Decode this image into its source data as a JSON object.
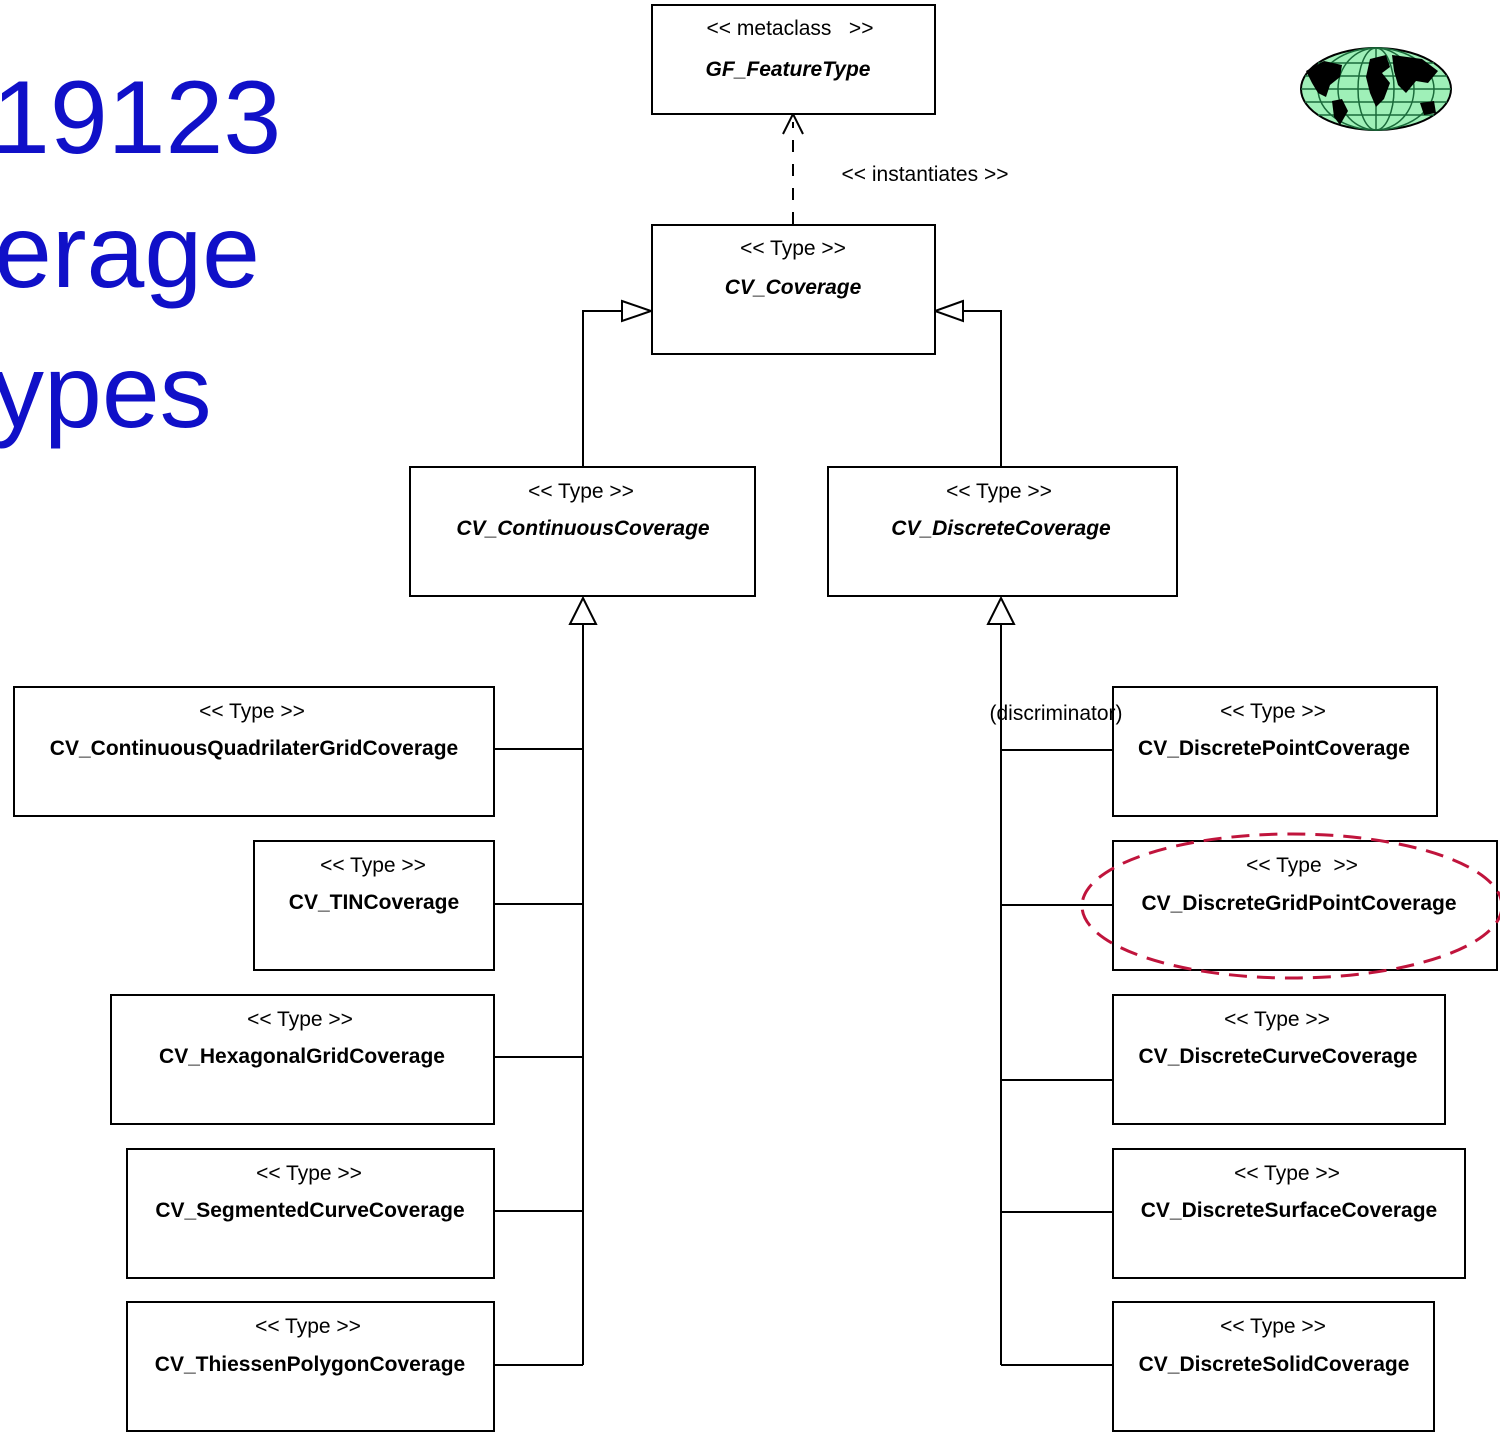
{
  "title": {
    "lines": [
      "19123",
      "erage",
      "ypes"
    ]
  },
  "meta": {
    "stereotype": "<< metaclass   >>",
    "name": "GF_FeatureType",
    "dependency_label": "<< instantiates >>"
  },
  "root": {
    "stereotype": "<< Type >>",
    "name": "CV_Coverage"
  },
  "continuous": {
    "stereotype": "<< Type >>",
    "name": "CV_ContinuousCoverage"
  },
  "discrete": {
    "stereotype": "<< Type >>",
    "name": "CV_DiscreteCoverage"
  },
  "discriminator": "(discriminator)",
  "continuous_children": [
    {
      "stereotype": "<< Type >>",
      "name": "CV_ContinuousQuadrilaterGridCoverage"
    },
    {
      "stereotype": "<< Type >>",
      "name": "CV_TINCoverage"
    },
    {
      "stereotype": "<< Type >>",
      "name": "CV_HexagonalGridCoverage"
    },
    {
      "stereotype": "<< Type >>",
      "name": "CV_SegmentedCurveCoverage"
    },
    {
      "stereotype": "<< Type >>",
      "name": "CV_ThiessenPolygonCoverage"
    }
  ],
  "discrete_children": [
    {
      "stereotype": "<< Type >>",
      "name": "CV_DiscretePointCoverage"
    },
    {
      "stereotype": "<< Type  >>",
      "name": "CV_DiscreteGridPointCoverage",
      "highlighted": true
    },
    {
      "stereotype": "<< Type >>",
      "name": "CV_DiscreteCurveCoverage"
    },
    {
      "stereotype": "<< Type >>",
      "name": "CV_DiscreteSurfaceCoverage"
    },
    {
      "stereotype": "<< Type >>",
      "name": "CV_DiscreteSolidCoverage"
    }
  ],
  "colors": {
    "title": "#1010c8",
    "highlight": "#c0143c",
    "globe_fill": "#9ff0b8",
    "globe_grid": "#1a6a3a"
  },
  "icons": {
    "logo": "globe-logo-icon"
  }
}
